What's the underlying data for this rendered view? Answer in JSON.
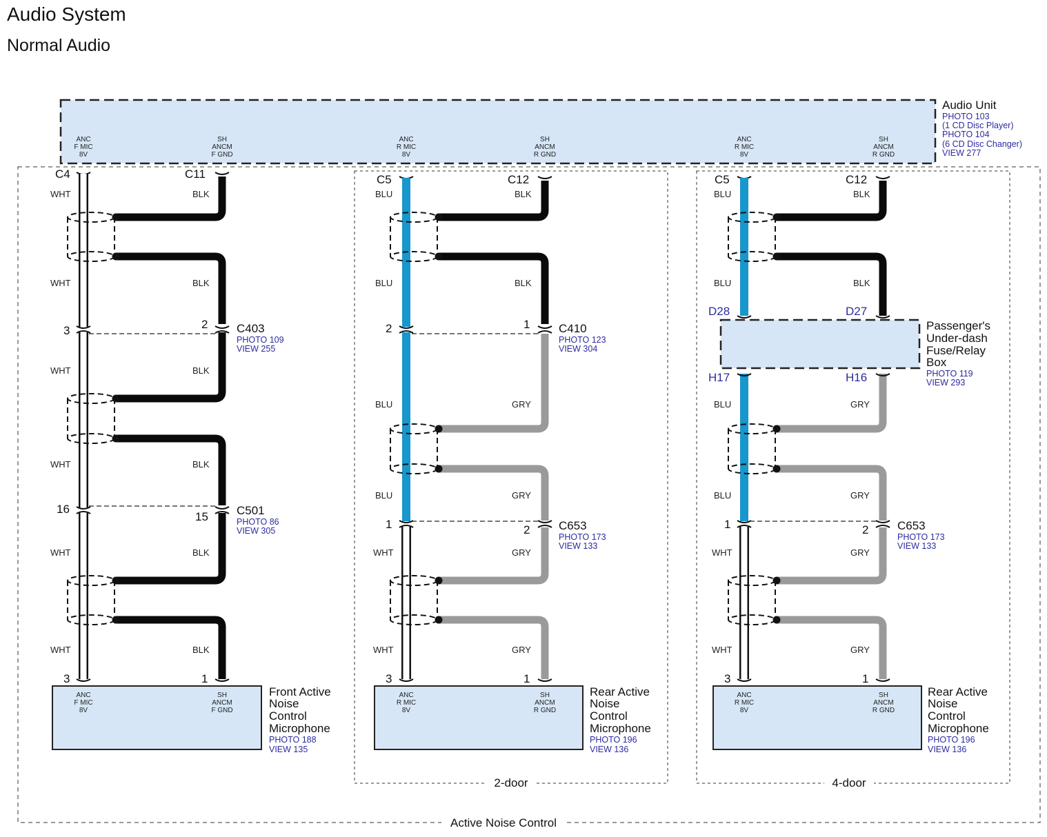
{
  "header": {
    "title": "Audio System",
    "subtitle": "Normal Audio"
  },
  "colors": {
    "wht": "#ffffff",
    "blk": "#0a0a0a",
    "blu": "#1797cc",
    "gry": "#9a9a9a",
    "box": "#d6e6f6",
    "ref": "#2b2ba0"
  },
  "audio_unit": {
    "name": "Audio Unit",
    "refs": [
      "PHOTO 103",
      "(1 CD Disc Player)",
      "PHOTO 104",
      "(6 CD Disc Changer)",
      "VIEW 277"
    ],
    "pins": [
      [
        "ANC",
        "F MIC",
        "8V"
      ],
      [
        "SH",
        "ANCM",
        "F GND"
      ],
      [
        "ANC",
        "R MIC",
        "8V"
      ],
      [
        "SH",
        "ANCM",
        "R GND"
      ],
      [
        "ANC",
        "R MIC",
        "8V"
      ],
      [
        "SH",
        "ANCM",
        "R GND"
      ]
    ]
  },
  "front": {
    "conn_left": "C4",
    "conn_right": "C11",
    "left_wires": [
      "WHT",
      "WHT",
      "WHT",
      "WHT",
      "WHT",
      "WHT"
    ],
    "right_wires": [
      "BLK",
      "BLK",
      "BLK",
      "BLK",
      "BLK",
      "BLK"
    ],
    "c403": {
      "name": "C403",
      "left_pin": "3",
      "right_pin": "2",
      "refs": [
        "PHOTO 109",
        "VIEW 255"
      ]
    },
    "c501": {
      "name": "C501",
      "left_pin": "16",
      "right_pin": "15",
      "refs": [
        "PHOTO 86",
        "VIEW 305"
      ]
    },
    "bottom_pins": [
      "3",
      "1"
    ],
    "component": {
      "name": [
        "Front Active",
        "Noise",
        "Control",
        "Microphone"
      ],
      "refs": [
        "PHOTO 188",
        "VIEW 135"
      ],
      "pins": [
        [
          "ANC",
          "F MIC",
          "8V"
        ],
        [
          "SH",
          "ANCM",
          "F GND"
        ]
      ]
    }
  },
  "two_door": {
    "label": "2-door",
    "conn_left": "C5",
    "conn_right": "C12",
    "left_wires": [
      "BLU",
      "BLU",
      "BLU",
      "BLU",
      "WHT",
      "WHT"
    ],
    "right_wires": [
      "BLK",
      "BLK",
      "GRY",
      "GRY",
      "GRY",
      "GRY"
    ],
    "c410": {
      "name": "C410",
      "left_pin": "2",
      "right_pin": "1",
      "refs": [
        "PHOTO 123",
        "VIEW 304"
      ]
    },
    "c653": {
      "name": "C653",
      "left_pin": "1",
      "right_pin": "2",
      "refs": [
        "PHOTO 173",
        "VIEW 133"
      ]
    },
    "bottom_pins": [
      "3",
      "1"
    ],
    "component": {
      "name": [
        "Rear Active",
        "Noise",
        "Control",
        "Microphone"
      ],
      "refs": [
        "PHOTO 196",
        "VIEW 136"
      ],
      "pins": [
        [
          "ANC",
          "R MIC",
          "8V"
        ],
        [
          "SH",
          "ANCM",
          "R GND"
        ]
      ]
    }
  },
  "four_door": {
    "label": "4-door",
    "conn_left": "C5",
    "conn_right": "C12",
    "left_wires": [
      "BLU",
      "BLU",
      "BLU",
      "BLU",
      "WHT",
      "WHT"
    ],
    "right_wires": [
      "BLK",
      "BLK",
      "GRY",
      "GRY",
      "GRY",
      "GRY"
    ],
    "fuse_box": {
      "name": [
        "Passenger's",
        "Under-dash",
        "Fuse/Relay",
        "Box"
      ],
      "refs": [
        "PHOTO 119",
        "VIEW 293"
      ],
      "top_left": "D28",
      "top_right": "D27",
      "bottom_left": "H17",
      "bottom_right": "H16"
    },
    "c653": {
      "name": "C653",
      "left_pin": "1",
      "right_pin": "2",
      "refs": [
        "PHOTO 173",
        "VIEW 133"
      ]
    },
    "bottom_pins": [
      "3",
      "1"
    ],
    "component": {
      "name": [
        "Rear Active",
        "Noise",
        "Control",
        "Microphone"
      ],
      "refs": [
        "PHOTO 196",
        "VIEW 136"
      ],
      "pins": [
        [
          "ANC",
          "R MIC",
          "8V"
        ],
        [
          "SH",
          "ANCM",
          "R GND"
        ]
      ]
    }
  },
  "outer_label": "Active Noise Control"
}
